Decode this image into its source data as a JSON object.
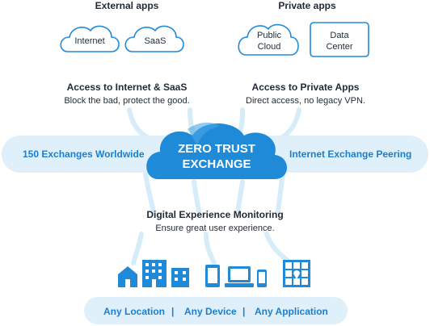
{
  "headers": {
    "external": "External apps",
    "private": "Private apps"
  },
  "clouds": {
    "internet": "Internet",
    "saas": "SaaS",
    "public_cloud_line1": "Public",
    "public_cloud_line2": "Cloud"
  },
  "data_center": {
    "line1": "Data",
    "line2": "Center"
  },
  "access_internet": {
    "title": "Access to Internet & SaaS",
    "subtitle": "Block the bad, protect the good."
  },
  "access_private": {
    "title": "Access to Private Apps",
    "subtitle": "Direct access, no legacy VPN."
  },
  "band": {
    "left": "150 Exchanges Worldwide",
    "right": "Internet Exchange Peering"
  },
  "center_cloud": {
    "line1": "ZERO TRUST",
    "line2": "EXCHANGE"
  },
  "dem": {
    "title": "Digital Experience Monitoring",
    "subtitle": "Ensure great user experience."
  },
  "icons": [
    "house-icon",
    "office-building-icon",
    "small-building-icon",
    "tablet-icon",
    "laptop-icon",
    "phone-icon",
    "application-grid-icon"
  ],
  "bottom": {
    "location": "Any Location",
    "sep1": "|",
    "device": "Any Device",
    "sep2": "|",
    "application": "Any Application"
  },
  "colors": {
    "accent": "#1f8ad8",
    "band": "#dff0fb",
    "stream": "#cfe8f6"
  }
}
